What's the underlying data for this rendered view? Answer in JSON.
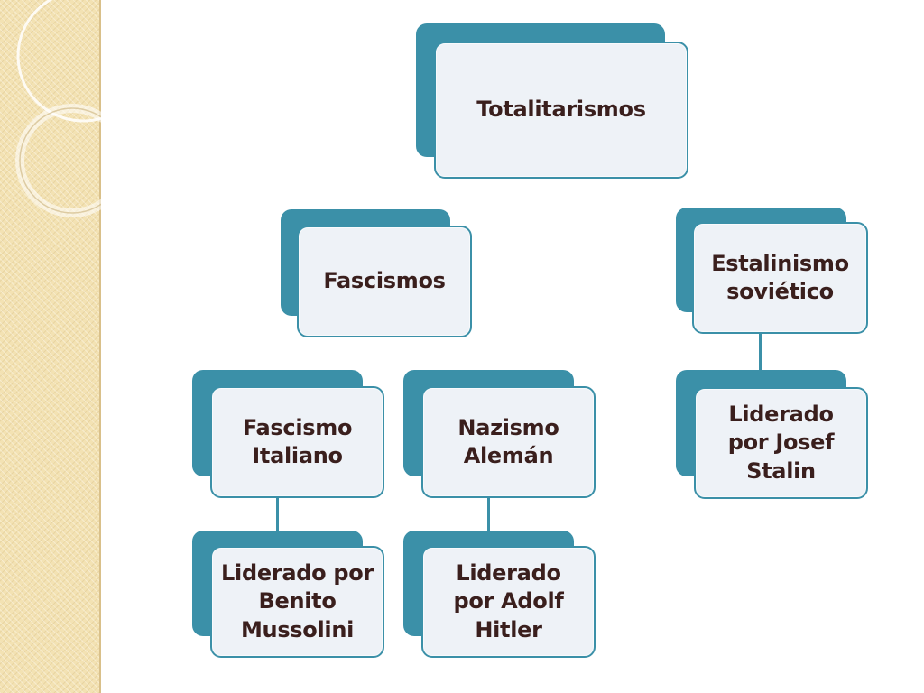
{
  "diagram": {
    "root": {
      "label": "Totalitarismos"
    },
    "fascismos": {
      "label": "Fascismos"
    },
    "estalinismo": {
      "label": "Estalinismo soviético"
    },
    "fascismo_italiano": {
      "label": "Fascismo Italiano"
    },
    "nazismo_aleman": {
      "label": "Nazismo Alemán"
    },
    "mussolini": {
      "label": "Liderado por Benito Mussolini"
    },
    "hitler": {
      "label": "Liderado por Adolf Hitler"
    },
    "stalin": {
      "label": "Liderado por Josef Stalin"
    }
  },
  "colors": {
    "accent": "#3b90a8",
    "box_fill": "#eef2f7",
    "text": "#3a1f1d",
    "side_band": "#f3e2b3"
  }
}
